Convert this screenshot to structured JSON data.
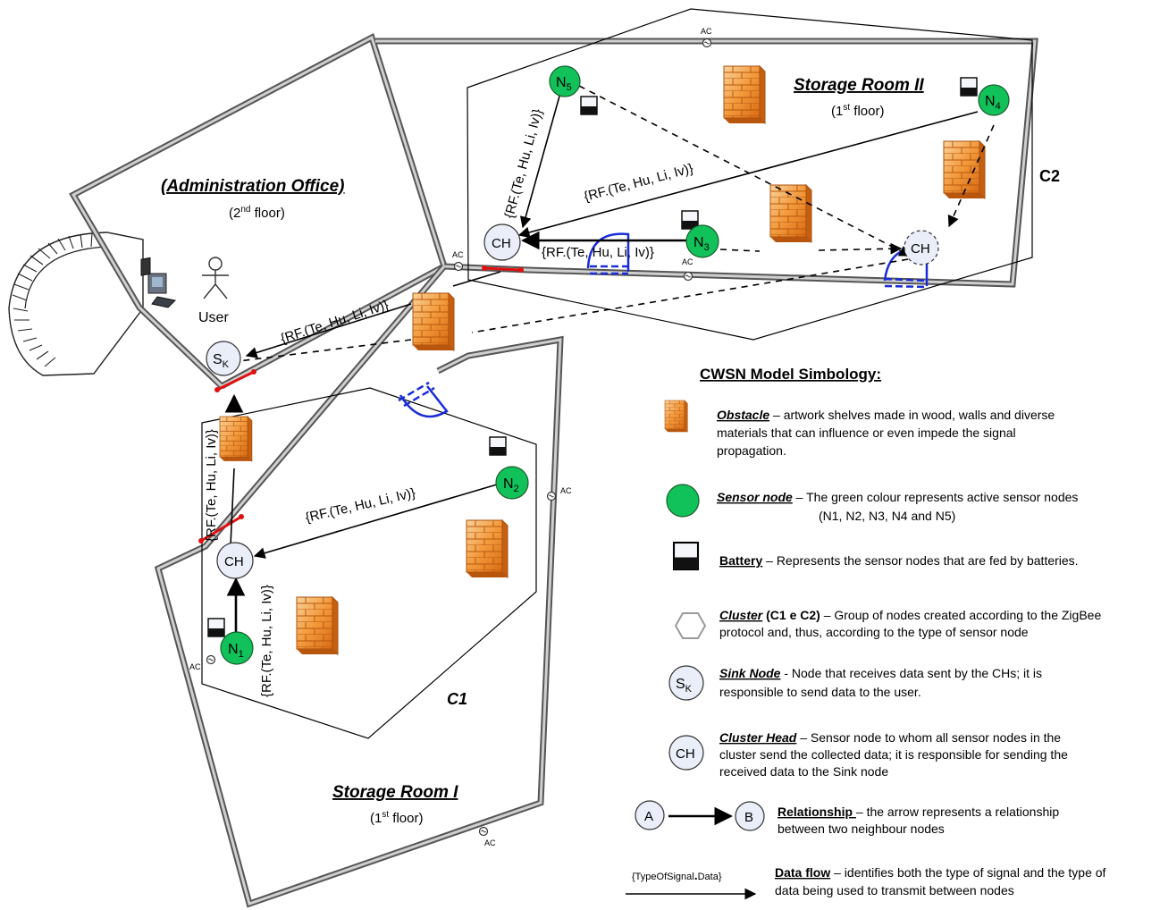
{
  "rooms": {
    "admin": {
      "title": "(Administration Office)",
      "floor": "(2",
      "floor_sup": "nd",
      "floor_end": " floor)"
    },
    "storage1": {
      "title": "Storage Room I",
      "floor": "(1",
      "floor_sup": "st",
      "floor_end": " floor)"
    },
    "storage2": {
      "title": "Storage Room II",
      "floor": "(1",
      "floor_sup": "st",
      "floor_end": " floor)"
    }
  },
  "clusters": {
    "c1": "C1",
    "c2": "C2"
  },
  "user_label": "User",
  "ac_label": "AC",
  "nodes": {
    "n_prefix": "N",
    "n1": "1",
    "n2": "2",
    "n3": "3",
    "n4": "4",
    "n5": "5",
    "ch": "CH",
    "sink": "S",
    "sink_sub": "K"
  },
  "signal_label": "{RF.(Te, Hu, Li, Iv)}",
  "legend": {
    "title": "CWSN Model Simbology:",
    "obstacle": {
      "key": "Obstacle",
      "line1": " – artwork shelves made in wood, walls and diverse",
      "line2": "materials that can influence or even impede the signal",
      "line3": "propagation."
    },
    "sensor": {
      "key": "Sensor node",
      "line1": " – The green colour represents active sensor nodes",
      "line2": "(N1, N2, N3, N4 and N5)"
    },
    "battery": {
      "key": "Battery",
      "line1": " – Represents the sensor nodes that are fed by batteries."
    },
    "cluster": {
      "key": "Cluster",
      "key2": " (C1 e C2)",
      "line1": " – Group of nodes created according to the ZigBee",
      "line2": "protocol and, thus, according to the type of sensor node"
    },
    "sink": {
      "key": "Sink Node",
      "line1": " - Node that receives data sent by the CHs; it is",
      "line2": "responsible to send data to the user."
    },
    "ch": {
      "key": "Cluster Head",
      "line1": " – Sensor node to whom all sensor nodes in the",
      "line2": "cluster send the collected data; it is responsible for sending the",
      "line3": "received data to the Sink node"
    },
    "relationship": {
      "a": "A",
      "b": "B",
      "key": "Relationship ",
      "line1": "– the arrow represents a relationship",
      "line2": "between two neighbour nodes"
    },
    "dataflow": {
      "sample_a": "{TypeOfSignal",
      "sample_dot": ".",
      "sample_b": "Data}",
      "key": "Data flow",
      "line1": " – identifies both the type of signal and the type of",
      "line2": "data being used to transmit between nodes"
    }
  },
  "colors": {
    "sensor": "#11c25a",
    "ch_fill": "#e9eef8",
    "obstacle": "#f08a2a",
    "door": "#1a2cd8",
    "red_door": "#e01010",
    "wall": "#555555"
  }
}
